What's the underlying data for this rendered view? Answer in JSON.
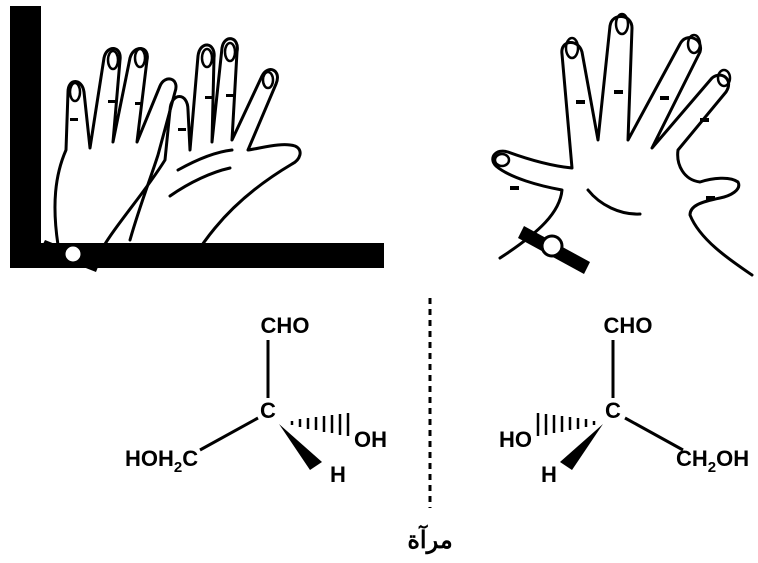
{
  "left_molecule": {
    "top_group": "CHO",
    "center_atom": "C",
    "left_group_prefix": "HOH",
    "left_group_subscript": "2",
    "left_group_suffix": "C",
    "hashed_group": "OH",
    "wedge_group": "H"
  },
  "right_molecule": {
    "top_group": "CHO",
    "center_atom": "C",
    "hashed_group": "HO",
    "wedge_group": "H",
    "right_group_prefix": "CH",
    "right_group_subscript": "2",
    "right_group_suffix": "OH"
  },
  "mirror_label": "مرآة"
}
